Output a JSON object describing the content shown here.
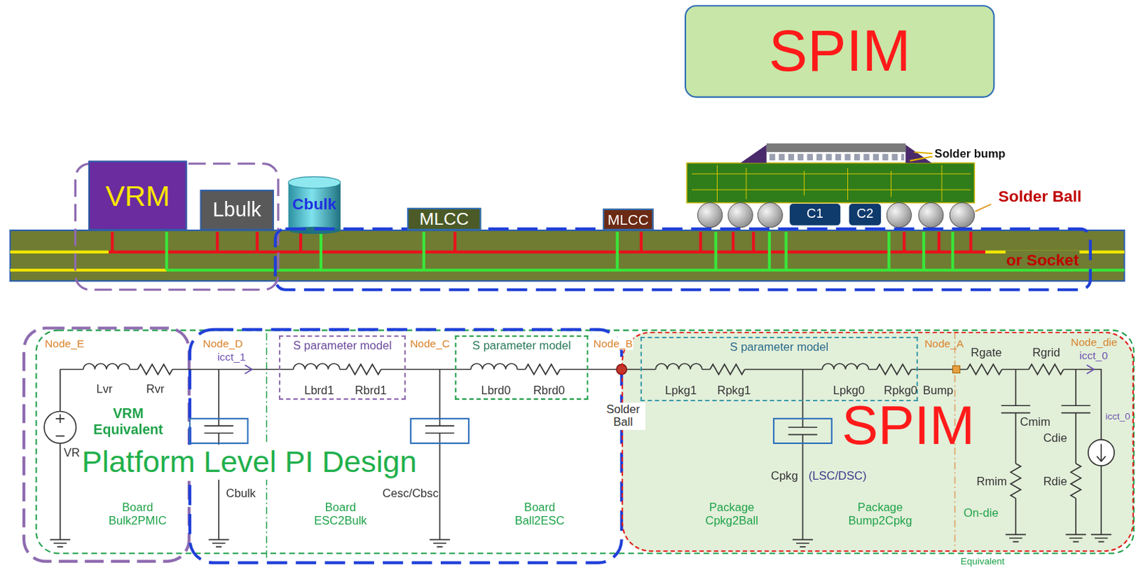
{
  "diagram": {
    "nodes": [
      {
        "text": [
          "SPIM"
        ]
      },
      {
        "text": [
          "VRM"
        ]
      },
      {
        "text": [
          "Lbulk"
        ]
      },
      {
        "text": [
          "Cbulk"
        ]
      },
      {
        "text": [
          "MLCC"
        ]
      },
      {
        "text": [
          "MLCC"
        ]
      },
      {
        "text": [
          "C1"
        ]
      },
      {
        "text": [
          "C2"
        ]
      },
      {
        "text": [
          "S parameter model"
        ]
      },
      {
        "text": [
          "S parameter model"
        ]
      },
      {
        "text": [
          "SPIM"
        ]
      },
      {
        "text": [
          "S parameter model"
        ],
        "in": 10
      }
    ],
    "labels": [
      "Solder bump",
      "Solder Ball",
      "or Socket",
      "Node_E",
      "Node_D",
      "icct_1",
      "Node_C",
      "Node_B",
      "Node_A",
      "Rgate",
      "Rgrid",
      "Node_die",
      "icct_0",
      "Lvr",
      "Rvr",
      "Lbrd1",
      "Rbrd1",
      "Lbrd0",
      "Rbrd0",
      "Lpkg1",
      "Rpkg1",
      "Lpkg0",
      "Rpkg0",
      "VRM Equivalent",
      "Solder Ball",
      "Bump",
      "Cmim",
      "Cdie",
      "icct_0",
      "VR",
      "Platform Level PI Design",
      "Cbulk",
      "Cesc/Cbsc",
      "Cpkg",
      "(LSC/DSC)",
      "Rmim",
      "Rdie",
      "On-die",
      "Board Bulk2PMIC",
      "Board ESC2Bulk",
      "Board Ball2ESC",
      "Package Cpkg2Ball",
      "Package Bump2Cpkg",
      "Equivalent"
    ]
  }
}
